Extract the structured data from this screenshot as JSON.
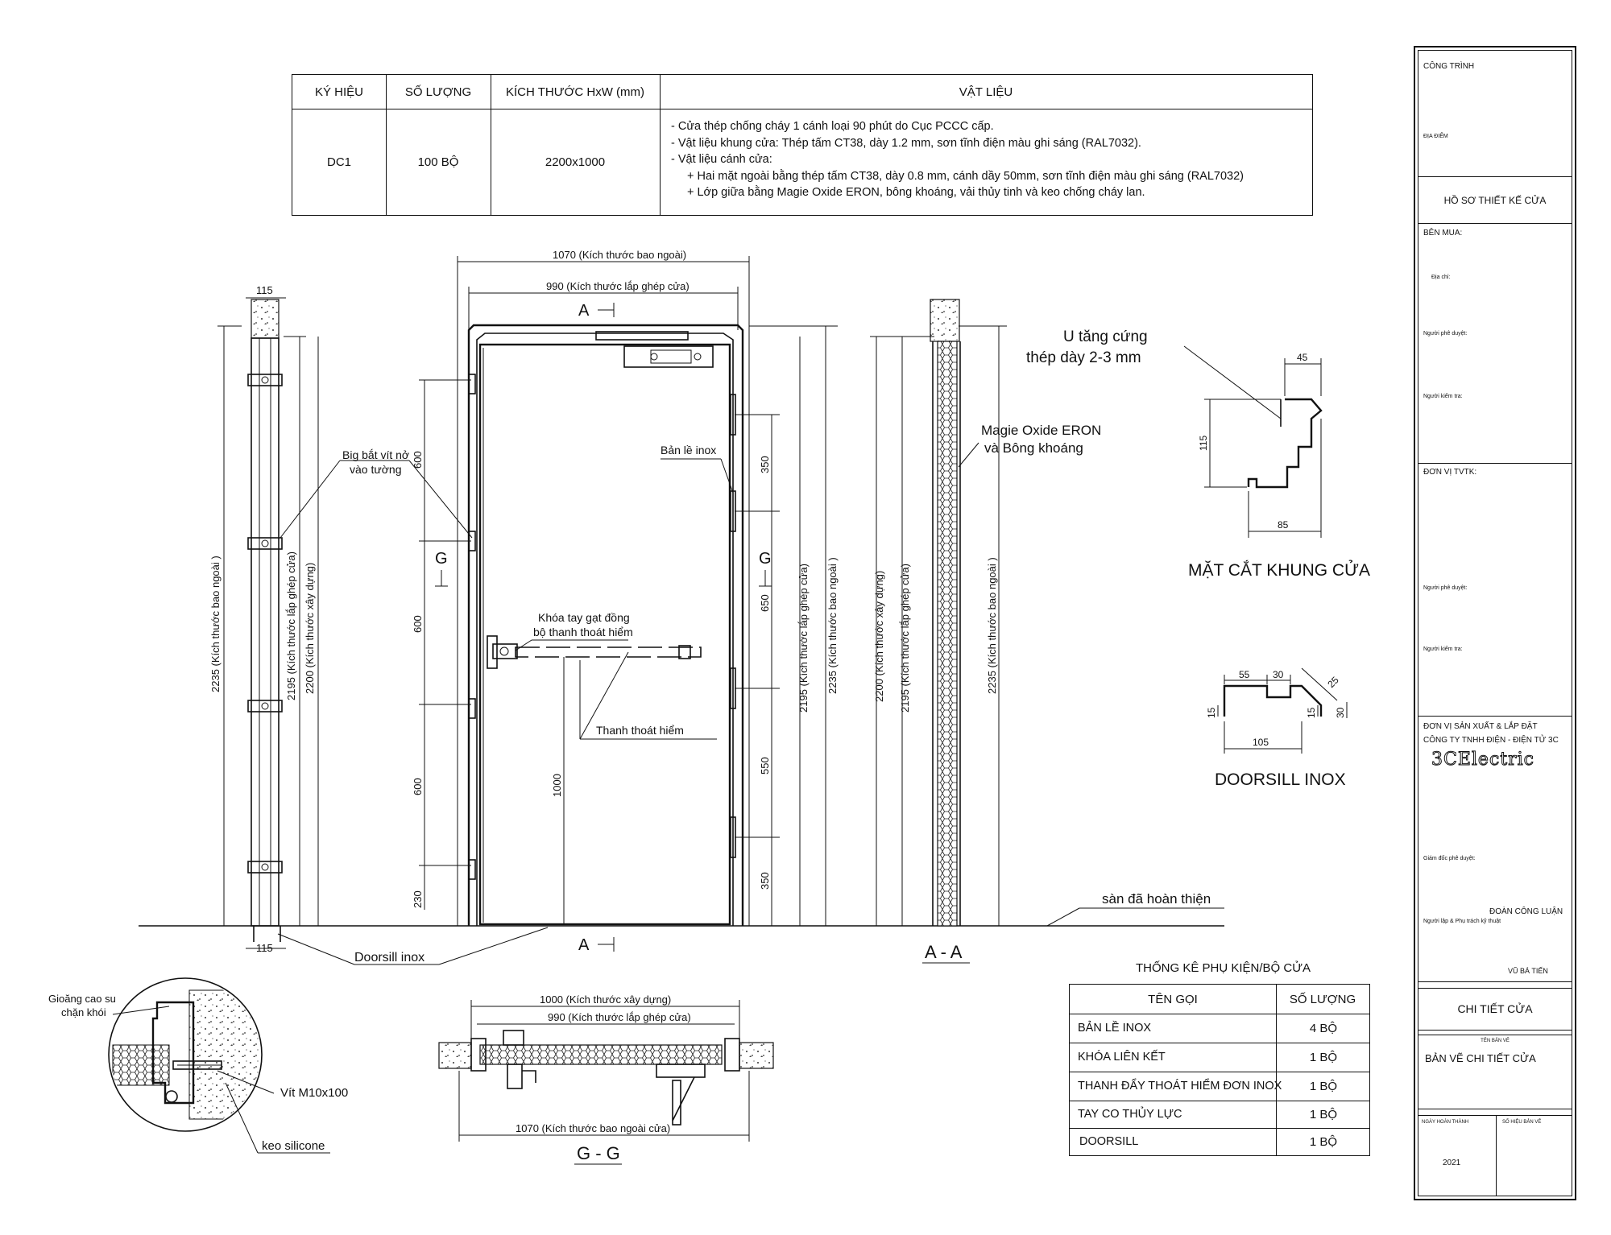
{
  "spec_table": {
    "headers": [
      "KÝ HIỆU",
      "SỐ LƯỢNG",
      "KÍCH THƯỚC HxW (mm)",
      "VẬT LIỆU"
    ],
    "row": {
      "code": "DC1",
      "qty": "100 BỘ",
      "size": "2200x1000",
      "materials": [
        "- Cửa thép chống cháy 1 cánh loại 90 phút do Cục PCCC cấp.",
        "- Vật liệu khung cửa: Thép tấm CT38, dày 1.2 mm, sơn tĩnh điện màu ghi sáng (RAL7032).",
        "- Vật liệu cánh cửa:",
        "+ Hai mặt ngoài bằng thép tấm CT38, dày 0.8 mm, cánh dầy 50mm, sơn tĩnh điện màu ghi sáng (RAL7032)",
        "+ Lớp giữa bằng Magie Oxide ERON, bông khoáng, vải thủy tinh và keo chống cháy lan."
      ]
    }
  },
  "drawing": {
    "dim_1070_outer": "1070 (Kích thước bao ngoài)",
    "dim_990_fit": "990 (Kích thước lắp ghép cửa)",
    "section_a_top": "A",
    "section_a_bottom": "A",
    "section_g_left": "G",
    "section_g_right": "G",
    "dim_115_top": "115",
    "dim_115_bottom": "115",
    "dim_2235_outer": "2235 (Kích thước bao ngoài )",
    "dim_2195_fit": "2195 (Kích thước lắp ghép cửa)",
    "dim_2200_build": "2200 (Kích thước xây dựng)",
    "left_vert_dims": [
      "600",
      "600",
      "600",
      "230"
    ],
    "right_vert_dims": [
      "350",
      "650",
      "550",
      "350"
    ],
    "dim_1000": "1000",
    "label_anchor_screw": [
      "Big bắt vít nở",
      "vào tường"
    ],
    "label_hinge": "Bản lề inox",
    "label_lock": [
      "Khóa tay gạt đồng",
      "bộ thanh thoát hiểm"
    ],
    "label_panic_bar": "Thanh thoát hiểm",
    "label_doorsill": "Doorsill inox",
    "label_finished_floor": "sàn đã hoàn thiện",
    "section_aa_title": "A - A",
    "label_core": [
      "Magie Oxide ERON",
      "và Bông khoáng"
    ],
    "label_u_reinforce": [
      "U tăng cứng",
      "thép dày 2-3 mm"
    ],
    "frame_section_title": "MẶT CẮT KHUNG CỬA",
    "frame_dims": {
      "w_top": "45",
      "h": "115",
      "w_bottom": "85"
    },
    "doorsill_title": "DOORSILL INOX",
    "doorsill_dims": {
      "a": "55",
      "b": "30",
      "c": "25",
      "d": "15",
      "e": "15",
      "f": "30",
      "w": "105"
    },
    "detail_labels": {
      "gasket": [
        "Gioăng cao su",
        "chặn khói"
      ],
      "screw": "Vít M10x100",
      "silicone": "keo silicone"
    },
    "gg_dims": {
      "build": "1000 (Kích thước xây dựng)",
      "fit": "990 (Kích thước lắp ghép cửa)",
      "outer": "1070 (Kích thước bao ngoài cửa)"
    },
    "section_gg_title": "G - G"
  },
  "accessories": {
    "title": "THỐNG KÊ PHỤ KIỆN/BỘ CỬA",
    "headers": [
      "TÊN GỌI",
      "SỐ LƯỢNG"
    ],
    "rows": [
      {
        "name": "BẢN LỀ INOX",
        "qty": "4 BỘ"
      },
      {
        "name": "KHÓA LIÊN KẾT",
        "qty": "1 BỘ"
      },
      {
        "name": "THANH ĐẨY THOÁT HIỂM ĐƠN INOX",
        "qty": "1 BỘ"
      },
      {
        "name": "TAY CO THỦY LỰC",
        "qty": "1 BỘ"
      },
      {
        "name": "DOORSILL",
        "qty": "1 BỘ"
      }
    ]
  },
  "title_block": {
    "project": "CÔNG TRÌNH",
    "location": "ĐỊA ĐIỂM",
    "doc_title": "HỒ SƠ THIẾT KẾ CỬA",
    "buyer": "BÊN MUA:",
    "address": "Địa chỉ:",
    "approver": "Người phê duyệt:",
    "checker": "Người kiểm tra:",
    "consultant": "ĐƠN VỊ TVTK:",
    "approver2": "Người phê duyệt:",
    "checker2": "Người kiểm tra:",
    "manufacturer": "ĐƠN VỊ SẢN XUẤT & LẮP ĐẶT",
    "company": "CÔNG TY TNHH ĐIỆN - ĐIỆN TỬ 3C",
    "logo": "3CElectric",
    "director": "Giám đốc phê duyệt:",
    "director_name": "ĐOÀN CÔNG LUẬN",
    "preparer": "Người lập & Phụ trách kỹ thuật",
    "preparer_name": "VŨ BÁ TIẾN",
    "detail": "CHI TIẾT CỬA",
    "drawing_name_label": "TÊN BẢN VẼ",
    "drawing_name": "BẢN VẼ CHI TIẾT CỬA",
    "completion_label": "NGÀY HOÀN THÀNH",
    "drawing_no_label": "SỐ HIỆU BẢN VẼ",
    "year": "2021"
  }
}
